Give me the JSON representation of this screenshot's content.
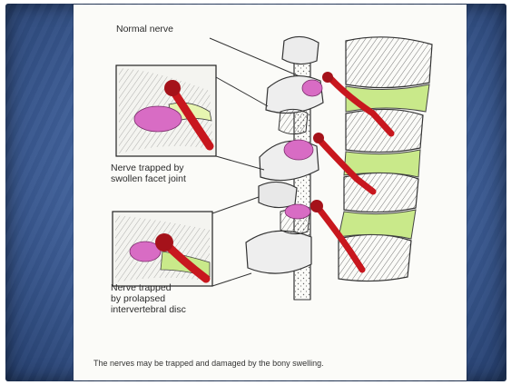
{
  "figure": {
    "labels": {
      "normal_nerve": "Normal nerve",
      "facet_joint": "Nerve trapped by\nswollen facet joint",
      "prolapsed_disc": "Nerve trapped\nby prolapsed\nintervertebral disc"
    },
    "caption": "The nerves may be trapped and damaged by the bony swelling."
  },
  "colors": {
    "slide_background": "#3f5f98",
    "nerve": "#c8171e",
    "swollen_joint": "#d86cc4",
    "disc": "#c9e98a",
    "bone_ink": "#3a3a3a"
  }
}
